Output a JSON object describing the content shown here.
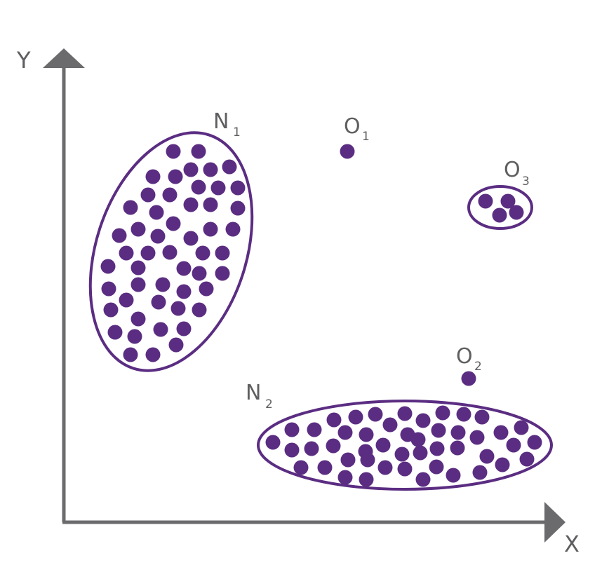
{
  "colors": {
    "axis": "#6b6b6e",
    "point": "#5b2d82",
    "outline": "#5b2d82",
    "label": "#5f5f62"
  },
  "axes": {
    "x_label": "X",
    "y_label": "Y"
  },
  "clusters": [
    {
      "id": "n1",
      "label": "N",
      "subscript": "1"
    },
    {
      "id": "n2",
      "label": "N",
      "subscript": "2"
    },
    {
      "id": "o3",
      "label": "O",
      "subscript": "3"
    }
  ],
  "outliers": [
    {
      "id": "o1",
      "label": "O",
      "subscript": "1"
    },
    {
      "id": "o2",
      "label": "O",
      "subscript": "2"
    }
  ]
}
